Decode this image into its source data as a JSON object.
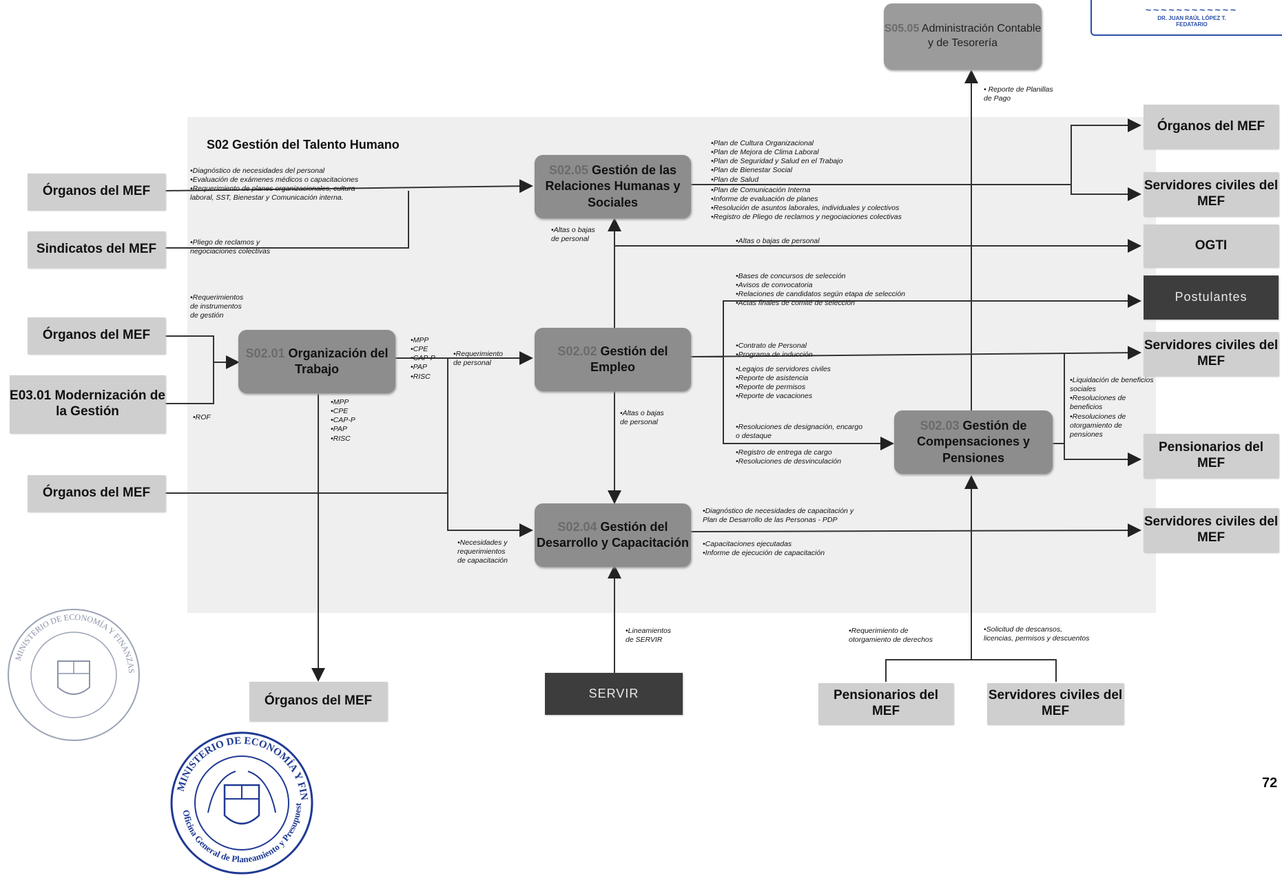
{
  "diagram": {
    "title": "S02 Gestión del Talento Humano",
    "page_number": "72",
    "processes": {
      "s0505": {
        "code": "S05.05",
        "label": "Administración Contable y de Tesorería"
      },
      "s0205": {
        "code": "S02.05",
        "label": "Gestión de las Relaciones Humanas y Sociales"
      },
      "s0201": {
        "code": "S02.01",
        "label": "Organización del Trabajo"
      },
      "s0202": {
        "code": "S02.02",
        "label": "Gestión del Empleo"
      },
      "s0203": {
        "code": "S02.03",
        "label": "Gestión de Compensaciones y Pensiones"
      },
      "s0204": {
        "code": "S02.04",
        "label": "Gestión del Desarrollo y Capacitación"
      }
    },
    "externals": {
      "organos_1": "Órganos del MEF",
      "sindicatos": "Sindicatos del MEF",
      "organos_2": "Órganos del MEF",
      "modernizacion": "E03.01 Modernización de la Gestión",
      "organos_3": "Órganos del MEF",
      "organos_bottom": "Órganos del MEF",
      "servir": "SERVIR",
      "pensionarios_bottom": "Pensionarios del MEF",
      "servidores_bottom": "Servidores civiles del MEF",
      "organos_right": "Órganos del MEF",
      "servidores_right_1": "Servidores civiles del MEF",
      "ogti": "OGTI",
      "postulantes": "Postulantes",
      "servidores_right_2": "Servidores civiles del MEF",
      "pensionarios_right": "Pensionarios del MEF",
      "servidores_right_3": "Servidores civiles del MEF"
    },
    "labels": {
      "planillas": "•  Reporte de Planillas\nde Pago",
      "in_0205": "•Diagnóstico de necesidades del personal\n•Evaluación de exámenes médicos o capacitaciones\n•Requerimiento de planes organizacionales, cultura\nlaboral, SST, Bienestar y Comunicación interna.",
      "pliego": "•Pliego de reclamos y\nnegociaciones colectivas",
      "out_0205": "•Plan de Cultura Organizacional\n•Plan de Mejora de Clima Laboral\n•Plan de Seguridad y Salud en el Trabajo\n•Plan de Bienestar Social\n•Plan de Salud",
      "out_0205b": "•Plan de Comunicación Interna\n•Informe de evaluación de planes\n•Resolución de asuntos laborales, individuales y colectivos\n•Registro de Pliego de reclamos y negociaciones colectivas",
      "altas_0205": "•Altas o bajas\nde personal",
      "altas_ogti": "•Altas o bajas de personal",
      "postulantes_out": "•Bases de concursos de selección\n•Avisos de convocatoria\n•Relaciones de candidatos según etapa de selección\n•Actas finales de comité de selección",
      "req_instr": "•Requerimientos\nde instrumentos\nde gestión",
      "rof": "•ROF",
      "out_0201": "•MPP\n•CPE\n•CAP-P\n•PAP\n•RISC",
      "req_personal": "•Requerimiento\nde personal",
      "out_0201_down": "•MPP\n•CPE\n•CAP-P\n•PAP\n•RISC",
      "contrato": "•Contrato de Personal\n•Programa de inducción",
      "legajos": "•Legajos de servidores civiles\n•Reporte de asistencia\n•Reporte de permisos\n•Reporte de vacaciones",
      "resol_desig": "•Resoluciones de designación, encargo\no destaque",
      "registro_cargo": "•Registro de entrega de cargo\n•Resoluciones de desvinculación",
      "altas_0204": "•Altas o bajas\nde personal",
      "liquidacion": "•Liquidación de beneficios\nsociales\n•Resoluciones de\nbeneficios\n•Resoluciones de\notorgamiento de\npensiones",
      "necesidades": "•Necesidades y\nrequerimientos\nde capacitación",
      "diagnostico": "•Diagnóstico de necesidades de capacitación y\nPlan de Desarrollo de las Personas - PDP",
      "capacit": "•Capacitaciones ejecutadas\n•Informe de ejecución de capacitación",
      "lineamientos": "•Lineamientos\nde SERVIR",
      "req_derechos": "•Requerimiento de\notorgamiento de derechos",
      "solicitud": "•Solicitud de descansos,\nlicencias, permisos y descuentos"
    },
    "seals": {
      "seal_top": "MINISTERIO DE ECONOMÍA Y FINANZAS",
      "seal_bottom_ring": "MINISTERIO DE ECONOMÍA Y FINANZAS",
      "seal_bottom_sub": "Oficina General de Planeamiento y Presupuesto",
      "stamp_name": "DR. JUAN RAÚL LÓPEZ T.",
      "stamp_role": "FEDATARIO"
    }
  }
}
